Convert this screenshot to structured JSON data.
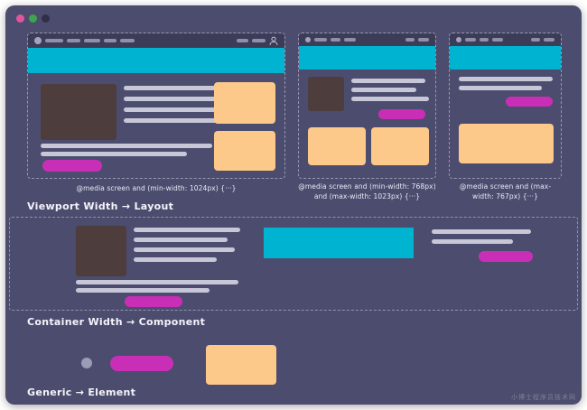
{
  "colors": {
    "window_bg": "#4c4c6e",
    "browser_chrome_bg": "#3c3c59",
    "hero_cyan": "#00b3d1",
    "card_orange": "#fcc98b",
    "button_magenta": "#c92fb6",
    "text_line_gray": "#c7c7d8",
    "image_placeholder_brown": "#4e3d3d",
    "dashed_border": "#d6d6ec",
    "traffic_close": "#e0569e",
    "traffic_minimize": "#3fa34f",
    "traffic_maximize": "#2f2f47"
  },
  "viewport_section": {
    "label": "Viewport Width → Layout",
    "mockups": [
      {
        "name": "desktop",
        "caption": "@media screen and (min-width: 1024px) {···}"
      },
      {
        "name": "tablet",
        "caption": "@media screen and (min-width: 768px) and (max-width: 1023px) {···}"
      },
      {
        "name": "mobile",
        "caption": "@media screen and (max-width: 767px) {···}"
      }
    ]
  },
  "container_section": {
    "label": "Container Width → Component"
  },
  "element_section": {
    "label": "Generic → Element"
  },
  "watermark": "小博士程序员技术网"
}
